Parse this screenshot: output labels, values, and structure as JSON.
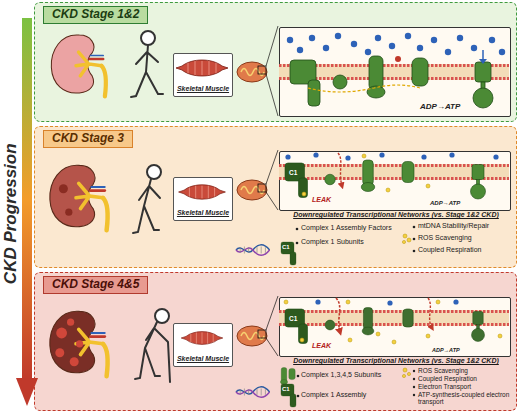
{
  "diagram": {
    "nodes": [
      {
        "text": [
          "CKD Stage 1&2"
        ]
      },
      {
        "text": [
          "Skeletal Muscle"
        ],
        "in": 0
      },
      {
        "text": [
          "ADP→ATP"
        ],
        "in": 0
      },
      {
        "text": [
          "CKD Stage 3"
        ]
      },
      {
        "text": [
          "Skeletal Muscle"
        ],
        "in": 3
      },
      {
        "text": [
          "C1",
          "LEAK",
          "ADP→ATP"
        ],
        "in": 3
      },
      {
        "text": [
          "CKD Stage 4&5"
        ]
      },
      {
        "text": [
          "Skeletal Muscle"
        ],
        "in": 6
      },
      {
        "text": [
          "C1",
          "LEAK",
          "ADP→ATP"
        ],
        "in": 6
      }
    ],
    "labels": [
      "CKD Progression",
      "Downregulated Transcriptional Networks (vs. Stage 1&2 CKD)",
      "Complex 1 Assembly Factors",
      "Complex 1 Subunits",
      "mtDNA Stability/Repair",
      "ROS Scavenging",
      "Coupled Respiration",
      "C1",
      "Downregulated Transcriptional Networks (vs. Stage 1&2 CKD)",
      "Complex 1,3,4,5 Subunits",
      "Complex 1 Assembly",
      "ROS Scavenging",
      "Coupled Respiration",
      "Electron Transport",
      "ATP-synthesis-coupled electron transport",
      "C1"
    ]
  }
}
